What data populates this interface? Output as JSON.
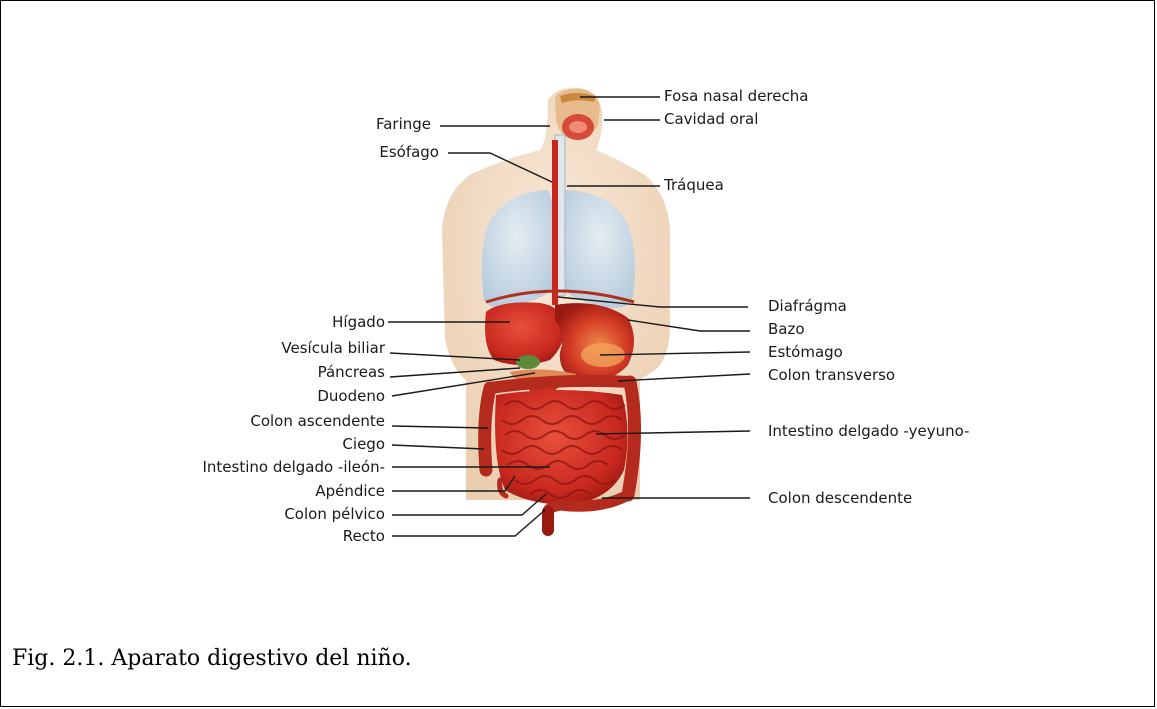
{
  "figure": {
    "labels_left": [
      "Faringe",
      "Esófago",
      "Hígado",
      "Vesícula biliar",
      "Páncreas",
      "Duodeno",
      "Colon ascendente",
      "Ciego",
      "Intestino delgado -ileón-",
      "Apéndice",
      "Colon pélvico",
      "Recto"
    ],
    "labels_right": [
      "Fosa nasal derecha",
      "Cavidad oral",
      "Tráquea",
      "Diafrágma",
      "Bazo",
      "Estómago",
      "Colon transverso",
      "Intestino delgado -yeyuno-",
      "Colon descendente"
    ],
    "caption": "Fig. 2.1. Aparato digestivo del niño."
  },
  "colors": {
    "skin": "#f3dcc4",
    "lungs": "#c9d9e6",
    "organs_red": "#c8281e",
    "organs_dark": "#8e1510",
    "line": "#1a1a1a"
  }
}
